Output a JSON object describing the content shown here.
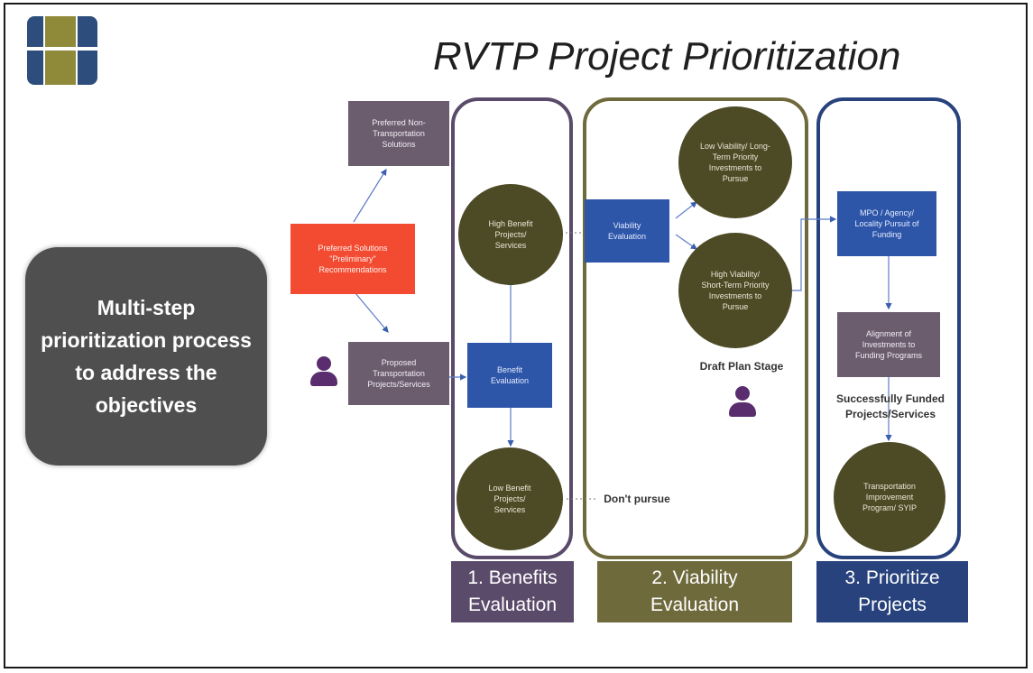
{
  "title": "RVTP Project Prioritization",
  "callout_text": "Multi-step prioritization process to address the objectives",
  "nodes": {
    "preferred_non_transportation": "Preferred Non-Transportation Solutions",
    "preferred_solutions": "Preferred Solutions \"Preliminary\" Recommendations",
    "proposed_transportation": "Proposed Transportation Projects/Services",
    "high_benefit": "High Benefit Projects/ Services",
    "benefit_evaluation": "Benefit Evaluation",
    "low_benefit": "Low Benefit Projects/ Services",
    "viability_evaluation": "Viability Evaluation",
    "low_viability": "Low Viability/ Long-Term Priority Investments to Pursue",
    "high_viability": "High Viability/ Short-Term Priority Investments to Pursue",
    "mpo_agency": "MPO / Agency/ Locality Pursuit of Funding",
    "alignment": "Alignment of Investments to Funding Programs",
    "tip": "Transportation Improvement Program/ SYIP"
  },
  "labels": {
    "dont_pursue": "Don't pursue",
    "draft_plan_stage": "Draft Plan Stage",
    "successfully_funded": "Successfully Funded Projects/Services"
  },
  "stages": {
    "benefits": "1. Benefits Evaluation",
    "viability": "2. Viability Evaluation",
    "prioritize": "3. Prioritize Projects"
  },
  "colors": {
    "logo_navy": "#2d4d7c",
    "logo_olive": "#8f8a3a",
    "benefits_stage": "#5b4b6b",
    "viability_stage": "#6e6a3c",
    "prioritize_stage": "#27427c",
    "callout_bg": "#4f4f4f",
    "orange_box": "#f24b32",
    "blue_box": "#2d55a8",
    "circle_fill": "#4d4a26",
    "person_icon": "#5a2d6e"
  }
}
